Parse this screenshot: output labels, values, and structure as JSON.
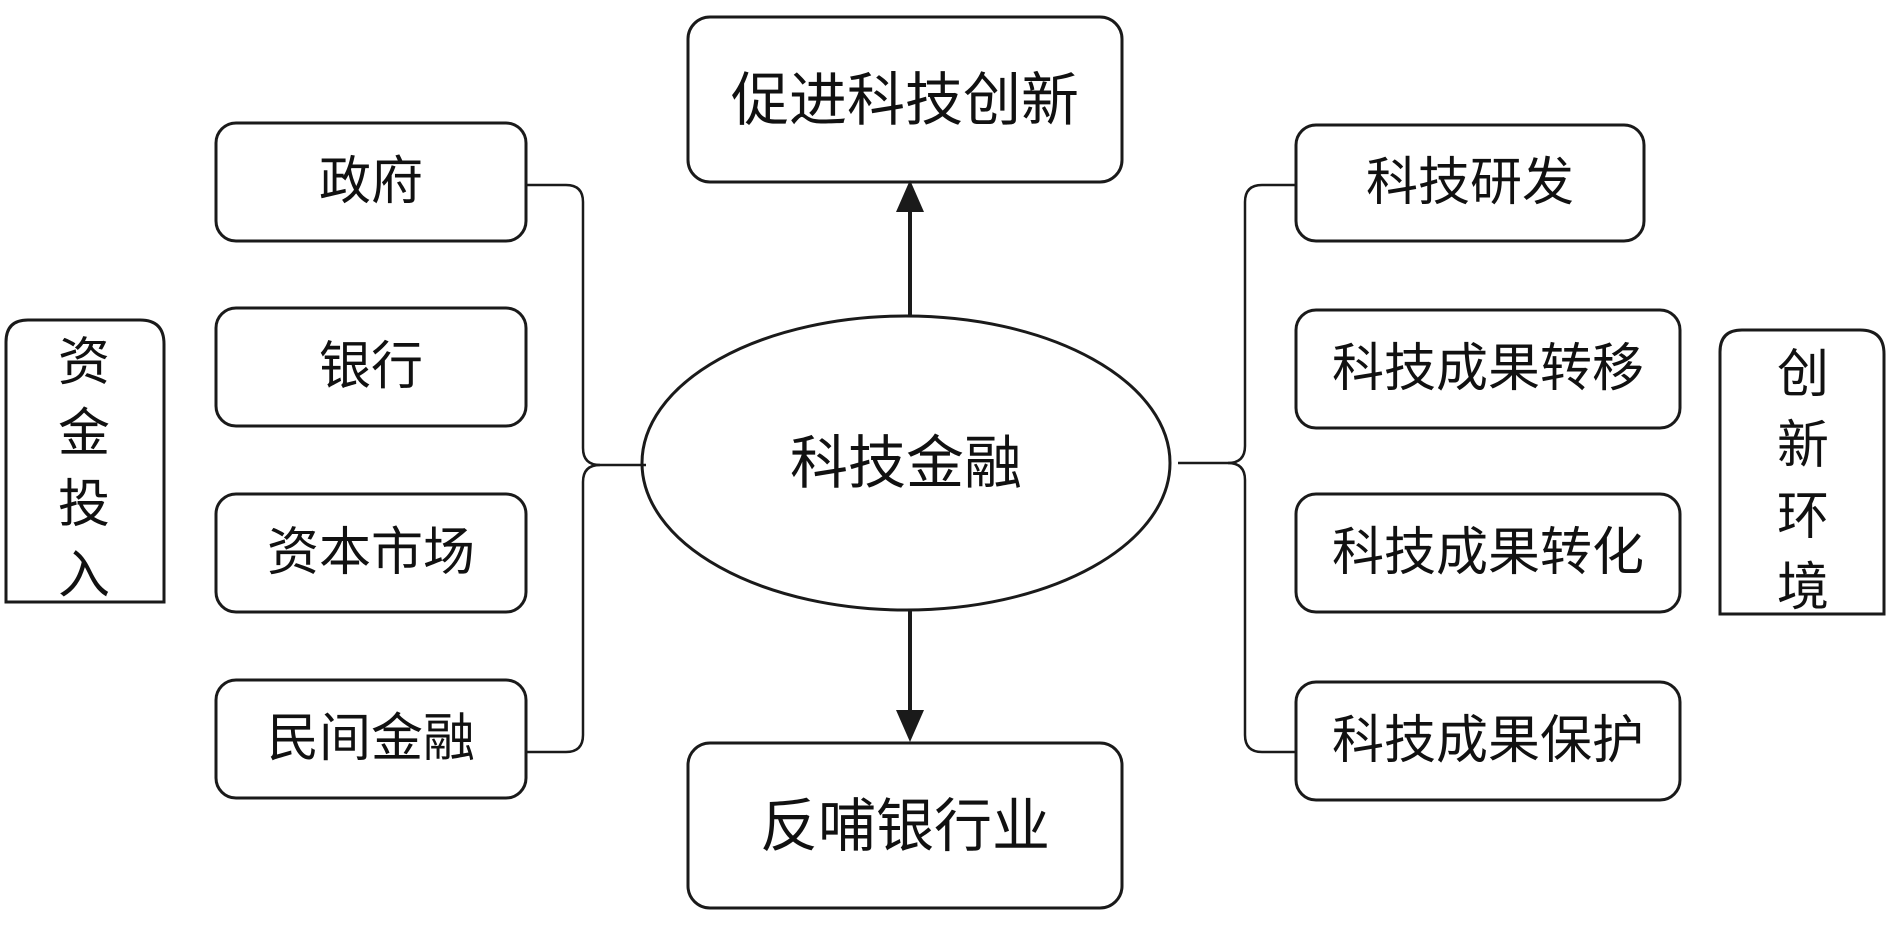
{
  "diagram": {
    "center": "科技金融",
    "top": "促进科技创新",
    "bottom": "反哺银行业",
    "left_group_label": [
      "资",
      "金",
      "投",
      "入"
    ],
    "left_items": [
      "政府",
      "银行",
      "资本市场",
      "民间金融"
    ],
    "right_group_label": [
      "创",
      "新",
      "环",
      "境"
    ],
    "right_items": [
      "科技研发",
      "科技成果转移",
      "科技成果转化",
      "科技成果保护"
    ]
  }
}
